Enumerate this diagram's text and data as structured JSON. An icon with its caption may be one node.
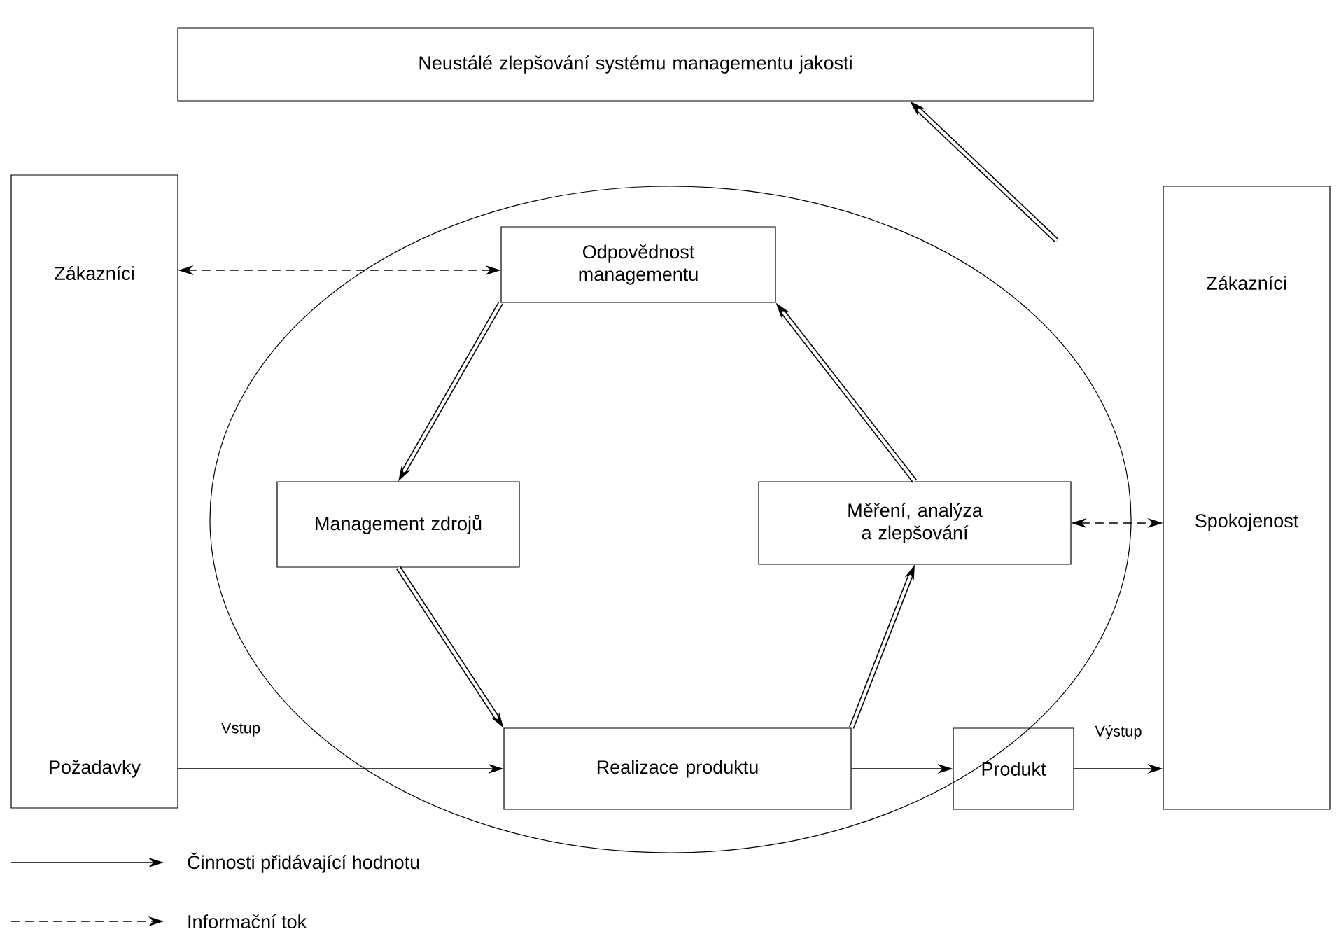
{
  "diagram": {
    "nodes": [
      {
        "text": [
          "Neustálé zlepšování systému managementu jakosti"
        ]
      },
      {
        "text": [
          "Zákazníci",
          "Požadavky"
        ]
      },
      {
        "text": [
          "Zákazníci",
          "Spokojenost"
        ]
      },
      {
        "text": [
          "Odpovědnost managementu"
        ]
      },
      {
        "text": [
          "Management zdrojů"
        ]
      },
      {
        "text": [
          "Měření, analýza a zlepšování"
        ]
      },
      {
        "text": [
          "Realizace produktu"
        ]
      },
      {
        "text": [
          "Produkt"
        ]
      }
    ],
    "edges": [
      {
        "from": 1,
        "to": 3,
        "arrow": "both",
        "style": "dashed"
      },
      {
        "from": 3,
        "to": 4,
        "arrow": "to",
        "style": "thick"
      },
      {
        "from": 4,
        "to": 6,
        "arrow": "to",
        "style": "thick"
      },
      {
        "from": 6,
        "to": 5,
        "arrow": "to",
        "style": "thick"
      },
      {
        "from": 5,
        "to": 3,
        "arrow": "to",
        "style": "thick"
      },
      {
        "from": null,
        "to": 0,
        "arrow": "to",
        "style": "thick"
      },
      {
        "from": 5,
        "to": 2,
        "arrow": "both",
        "style": "dashed"
      },
      {
        "from": 1,
        "to": 6,
        "arrow": "to",
        "label": "Vstup"
      },
      {
        "from": 6,
        "to": 7,
        "arrow": "to"
      },
      {
        "from": 7,
        "to": 2,
        "arrow": "to",
        "label": "Výstup"
      }
    ],
    "legend": [
      {
        "text": "Činnosti přidávající hodnotu"
      },
      {
        "text": "Informační tok"
      }
    ]
  }
}
